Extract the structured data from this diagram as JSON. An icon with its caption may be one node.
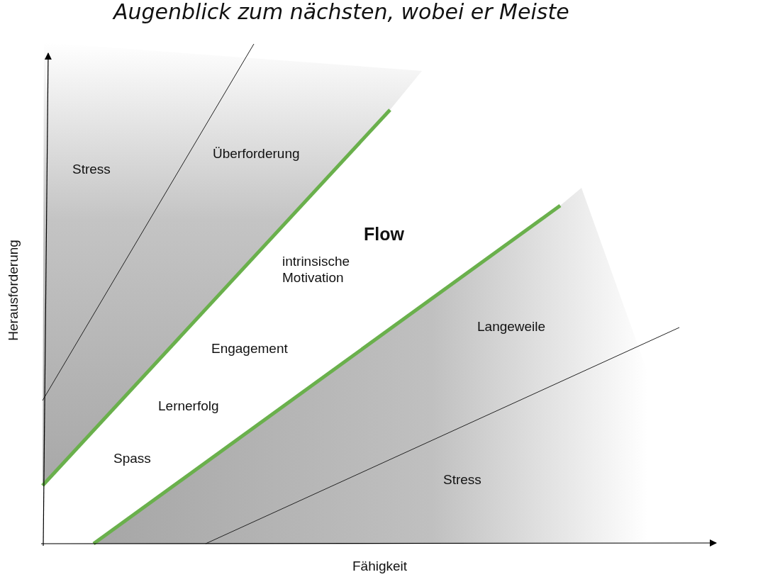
{
  "diagram": {
    "labels": [
      "Augenblick zum nächsten, wobei er Meiste",
      "Stress",
      "Überforderung",
      "Flow",
      "Herausforderung",
      "intrinsische Motivation",
      "Langeweile",
      "Engagement",
      "Lernerfolg",
      "Spass",
      "Stress",
      "Fähigkeit"
    ]
  }
}
